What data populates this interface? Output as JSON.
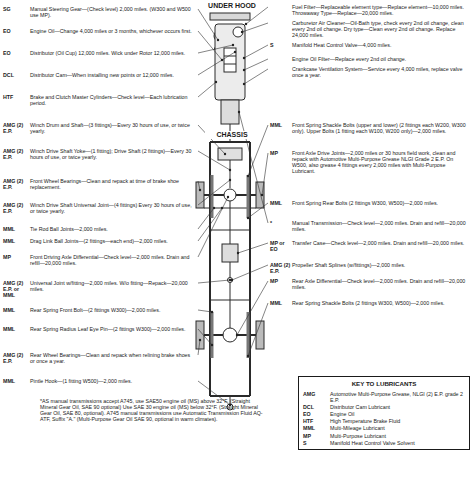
{
  "diagram": {
    "nodes": [
      {
        "text": [
          "KEY TO LUBRICANTS",
          "AMG",
          "Automotive Multi-Purpose Grease, NLGI (2) E.P. grade 2 E.P.",
          "DCL",
          "Distributor Cam Lubricant",
          "EO",
          "Engine Oil",
          "HTF",
          "High Temperature Brake Fluid",
          "MML",
          "Multi-Mileage Lubricant",
          "MP",
          "Multi-Purpose Lubricant",
          "S",
          "Manifold Heat Control Valve Solvent"
        ]
      }
    ],
    "labels": [
      "UNDER HOOD",
      "CHASSIS",
      "SG",
      "Manual Steering Gear—(Check level) 2,000 miles. (W300 and W500 use MP).",
      "EO",
      "Engine Oil—Change 4,000 miles or 3 months, whichever occurs first.",
      "EO",
      "Distributor (Oil Cup) 12,000 miles. Wick under Rotor 12,000 miles.",
      "DCL",
      "Distributor Cam—When installing new points or 12,000 miles.",
      "HTF",
      "Brake and Clutch Master Cylinders—Check level—Each lubrication period.",
      "AMG (2) E.P.",
      "Winch Drum and Shaft—(3 fittings)—Every 30 hours of use, or twice yearly.",
      "AMG (2) E.P.",
      "Winch Drive Shaft Yoke—(1 fitting); Drive Shaft (2 fittings)—Every 30 hours of use, or twice yearly.",
      "AMG (2) E.P.",
      "Front Wheel Bearings—Clean and repack at time of brake shoe replacement.",
      "AMG (2) E.P.",
      "Winch Drive Shaft Universal Joint—(4 fittings) Every 30 hours of use, or twice yearly.",
      "MML",
      "Tie Rod Ball Joints—2,000 miles.",
      "MML",
      "Drag Link Ball Joints—(2 fittings—each end)—2,000 miles.",
      "MP",
      "Front Driving Axle Differential—Check level—2,000 miles. Drain and refill—20,000 miles.",
      "AMG (2) E.P. or MML",
      "Universal Joint w/fitting—2,000 miles. W/o fitting—Repack—20,000 miles.",
      "MML",
      "Rear Spring Front Bolt—(2 fittings W300)—2,000 miles.",
      "MML",
      "Rear Spring Radius Leaf Eye Pin—(2 fittings W300)—2,000 miles.",
      "AMG (2) E.P.",
      "Rear Wheel Bearings—Clean and repack when relining brake shoes or once a year.",
      "MML",
      "Pintle Hook—(1 fitting W500)—2,000 miles.",
      "*AS manual transmissions accept A745, use SAE50 engine oil (MS) above 32°F. (Straight Mineral Gear Oil, SAE 90 optional) Use SAE 30 engine oil (MS) below 32°F. (Straight Mineral Gear Oil, SAE 80, optional). A745 manual transmissions use Automatic Transmission Fluid AQ-ATF, Suffix \"A.\" (Multi-Purpose Gear Oil SAE 90, optional in warm climates).",
      "Fuel Filter—Replaceable element type—Replace element—10,000 miles. Throwaway Type—Replace—20,000 miles.",
      "Carburetor Air Cleaner—Oil-Bath type, check every 2nd oil change, clean every 2nd oil change. Dry type—Clean every 2nd oil change. Replace 24,000 miles.",
      "S",
      "Manifold Heat Control Valve—4,000 miles.",
      "Engine Oil Filter—Replace every 2nd oil change.",
      "Crankcase Ventilation System—Service every 4,000 miles, replace valve once a year.",
      "MML",
      "Front Spring Shackle Bolts (upper and lower) (2 fittings each W200, W300 only). Upper Bolts (1 fitting each W100, W200 only)—2,000 miles.",
      "MP",
      "Front Axle Drive Joints—2,000 miles or 30 hours field work, clean and repack with Automotive Multi-Purpose Grease NLGI Grade 2 E.P. On W500, also grease 4 fittings every 2,000 miles with Multi-Purpose Lubricant.",
      "MML",
      "Front Spring Rear Bolts (2 fittings W300, W500)—2,000 miles.",
      "*",
      "Manual Transmission—Check level—2,000 miles. Drain and refill—20,000 miles.",
      "MP or EO",
      "Transfer Case—Check level—2,000 miles. Drain and refill—20,000 miles.",
      "AMG (2) E.P.",
      "Propeller Shaft Splines (w/fittings)—2,000 miles.",
      "MP",
      "Rear Axle Differential—Check level—2,000 miles. Drain and refill—20,000 miles.",
      "MML",
      "Rear Spring Shackle Bolts (2 fittings W300, W500)—2,000 miles."
    ]
  }
}
